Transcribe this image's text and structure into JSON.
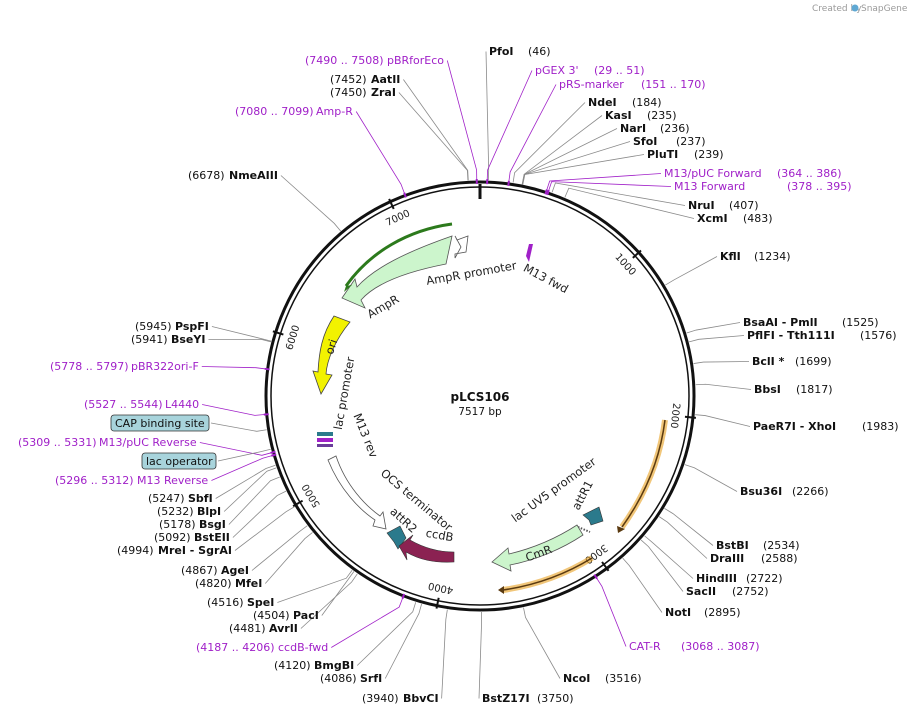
{
  "header": {
    "credit_prefix": "Created by",
    "credit_brand": "SnapGene"
  },
  "plasmid": {
    "name": "pLCS106",
    "length_label": "7517 bp",
    "total_bp": 7517
  },
  "tick_labels": [
    {
      "bp": 1000,
      "label": "1000"
    },
    {
      "bp": 2000,
      "label": "2000"
    },
    {
      "bp": 3000,
      "label": "3000"
    },
    {
      "bp": 4000,
      "label": "4000"
    },
    {
      "bp": 5000,
      "label": "5000"
    },
    {
      "bp": 6000,
      "label": "6000"
    },
    {
      "bp": 7000,
      "label": "7000"
    }
  ],
  "sites": [
    {
      "name": "PfoI",
      "pos": "(46)",
      "bp": 46
    },
    {
      "name": "NdeI",
      "pos": "(184)",
      "bp": 184
    },
    {
      "name": "KasI",
      "pos": "(235)",
      "bp": 235
    },
    {
      "name": "NarI",
      "pos": "(236)",
      "bp": 236
    },
    {
      "name": "SfoI",
      "pos": "(237)",
      "bp": 237
    },
    {
      "name": "PluTI",
      "pos": "(239)",
      "bp": 239
    },
    {
      "name": "NruI",
      "pos": "(407)",
      "bp": 407
    },
    {
      "name": "XcmI",
      "pos": "(483)",
      "bp": 483
    },
    {
      "name": "KflI",
      "pos": "(1234)",
      "bp": 1234
    },
    {
      "name": "BsaAI - PmlI",
      "pos": "(1525)",
      "bp": 1525
    },
    {
      "name": "PflFI - Tth111I",
      "pos": "(1576)",
      "bp": 1576
    },
    {
      "name": "BclI *",
      "pos": "(1699)",
      "bp": 1699
    },
    {
      "name": "BbsI",
      "pos": "(1817)",
      "bp": 1817
    },
    {
      "name": "PaeR7I - XhoI",
      "pos": "(1983)",
      "bp": 1983
    },
    {
      "name": "Bsu36I",
      "pos": "(2266)",
      "bp": 2266
    },
    {
      "name": "BstBI",
      "pos": "(2534)",
      "bp": 2534
    },
    {
      "name": "DraIII",
      "pos": "(2588)",
      "bp": 2588
    },
    {
      "name": "HindIII",
      "pos": "(2722)",
      "bp": 2722
    },
    {
      "name": "SacII",
      "pos": "(2752)",
      "bp": 2752
    },
    {
      "name": "NotI",
      "pos": "(2895)",
      "bp": 2895
    },
    {
      "name": "NcoI",
      "pos": "(3516)",
      "bp": 3516
    },
    {
      "name": "BstZ17I",
      "pos": "(3750)",
      "bp": 3750
    },
    {
      "name": "BbvCI",
      "pos": "(3940)",
      "bp": 3940
    },
    {
      "name": "SrfI",
      "pos": "(4086)",
      "bp": 4086
    },
    {
      "name": "BmgBI",
      "pos": "(4120)",
      "bp": 4120
    },
    {
      "name": "AvrII",
      "pos": "(4481)",
      "bp": 4481
    },
    {
      "name": "PacI",
      "pos": "(4504)",
      "bp": 4504
    },
    {
      "name": "SpeI",
      "pos": "(4516)",
      "bp": 4516
    },
    {
      "name": "MfeI",
      "pos": "(4820)",
      "bp": 4820
    },
    {
      "name": "AgeI",
      "pos": "(4867)",
      "bp": 4867
    },
    {
      "name": "MreI - SgrAI",
      "pos": "(4994)",
      "bp": 4994
    },
    {
      "name": "BstEII",
      "pos": "(5092)",
      "bp": 5092
    },
    {
      "name": "BsgI",
      "pos": "(5178)",
      "bp": 5178
    },
    {
      "name": "BlpI",
      "pos": "(5232)",
      "bp": 5232
    },
    {
      "name": "SbfI",
      "pos": "(5247)",
      "bp": 5247
    },
    {
      "name": "BseYI",
      "pos": "(5941)",
      "bp": 5941
    },
    {
      "name": "PspFI",
      "pos": "(5945)",
      "bp": 5945
    },
    {
      "name": "NmeAIII",
      "pos": "(6678)",
      "bp": 6678
    },
    {
      "name": "ZraI",
      "pos": "(7450)",
      "bp": 7450
    },
    {
      "name": "AatII",
      "pos": "(7452)",
      "bp": 7452
    }
  ],
  "primers": [
    {
      "name": "pBRforEco",
      "pos": "(7490 .. 7508)",
      "bp": 7499
    },
    {
      "name": "Amp-R",
      "pos": "(7080 .. 7099)",
      "bp": 7090
    },
    {
      "name": "pGEX 3'",
      "pos": "(29 .. 51)",
      "bp": 40
    },
    {
      "name": "pRS-marker",
      "pos": "(151 .. 170)",
      "bp": 160
    },
    {
      "name": "M13/pUC Forward",
      "pos": "(364 .. 386)",
      "bp": 375
    },
    {
      "name": "M13 Forward",
      "pos": "(378 .. 395)",
      "bp": 386
    },
    {
      "name": "pBR322ori-F",
      "pos": "(5778 .. 5797)",
      "bp": 5788
    },
    {
      "name": "L4440",
      "pos": "(5527 .. 5544)",
      "bp": 5535
    },
    {
      "name": "M13/pUC Reverse",
      "pos": "(5309 .. 5331)",
      "bp": 5320
    },
    {
      "name": "M13 Reverse",
      "pos": "(5296 .. 5312)",
      "bp": 5304
    },
    {
      "name": "CAT-R",
      "pos": "(3068 .. 3087)",
      "bp": 3077
    },
    {
      "name": "ccdB-fwd",
      "pos": "(4187 .. 4206)",
      "bp": 4196
    }
  ],
  "badges": [
    {
      "name": "CAP binding site"
    },
    {
      "name": "lac operator"
    }
  ],
  "feature_labels": {
    "amp_promoter": "AmpR promoter",
    "ampr": "AmpR",
    "m13_fwd": "M13 fwd",
    "ori": "ori",
    "lac_promoter": "lac promoter",
    "m13_rev": "M13 rev",
    "ocs_terminator": "OCS terminator",
    "attr2": "attR2",
    "ccdb": "ccdB",
    "lac_uv5": "lac UV5 promoter",
    "attr1": "attR1",
    "cmr": "CmR"
  },
  "colors": {
    "backbone": "#111111",
    "primer": "#a020c8",
    "amp_fill": "#ccf5cc",
    "ori_fill": "#f2f200",
    "ccdb_fill": "#8b2252",
    "att_fill": "#2b7a8c",
    "orange_sel": "#f0a020",
    "badge": "#a8d4dc"
  }
}
